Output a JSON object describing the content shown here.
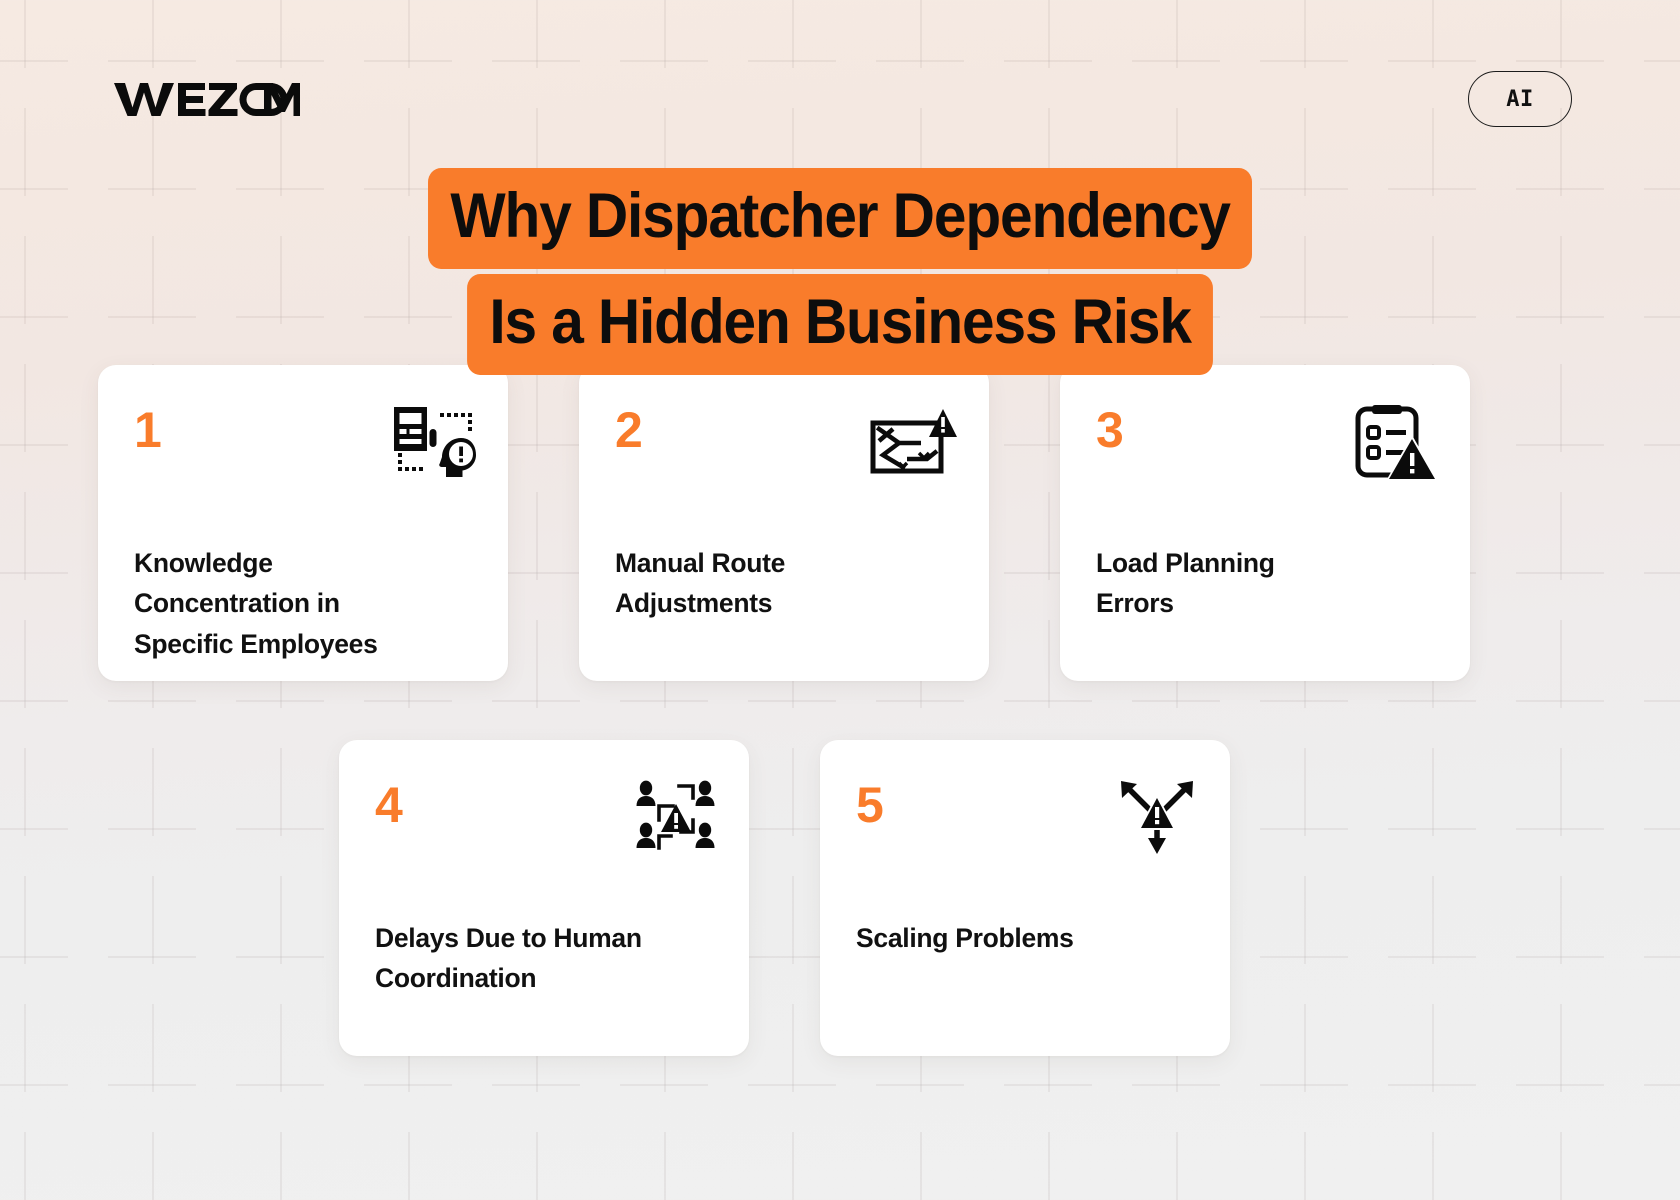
{
  "header": {
    "logo_text": "WEZOM",
    "logo_name": "wezom-logo",
    "badge_label": "AI"
  },
  "title": {
    "line1": "Why Dispatcher Dependency",
    "line2": "Is a Hidden Business Risk",
    "highlight_color": "#F97C2B"
  },
  "theme": {
    "accent": "#F97C2B",
    "card_bg": "#FFFFFF",
    "text": "#111111",
    "bg_top": "#F6EAE2",
    "bg_bottom": "#F0F0F0"
  },
  "cards": [
    {
      "number": "1",
      "title": "Knowledge\nConcentration in\nSpecific Employees",
      "icon_name": "document-head-alert-icon"
    },
    {
      "number": "2",
      "title": "Manual Route\nAdjustments",
      "icon_name": "map-route-warning-icon"
    },
    {
      "number": "3",
      "title": "Load Planning\nErrors",
      "icon_name": "clipboard-warning-icon"
    },
    {
      "number": "4",
      "title": "Delays Due to Human\nCoordination",
      "icon_name": "people-network-warning-icon"
    },
    {
      "number": "5",
      "title": "Scaling Problems",
      "icon_name": "scaling-arrows-warning-icon"
    }
  ]
}
